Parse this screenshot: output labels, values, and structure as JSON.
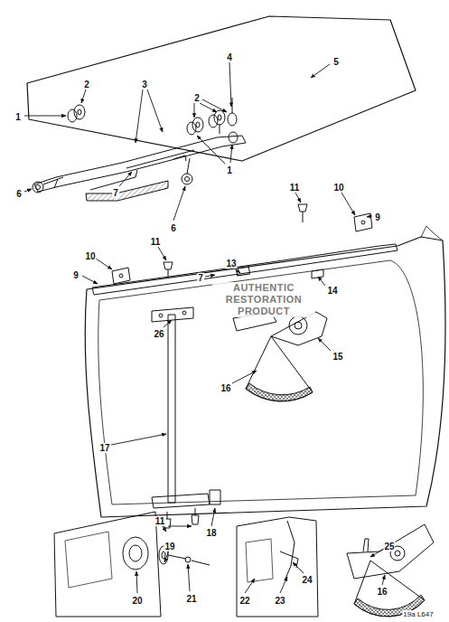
{
  "diagram": {
    "labels": [
      "5",
      "4",
      "2",
      "3",
      "2",
      "1",
      "1",
      "6",
      "7",
      "11",
      "10",
      "9",
      "6",
      "11",
      "10",
      "13",
      "7",
      "9",
      "14",
      "AUTHENTIC RESTORATION PRODUCT",
      "26",
      "15",
      "16",
      "17",
      "11",
      "18",
      "25",
      "19",
      "24",
      "16",
      "20",
      "21",
      "22",
      "23",
      "19a L647"
    ]
  }
}
